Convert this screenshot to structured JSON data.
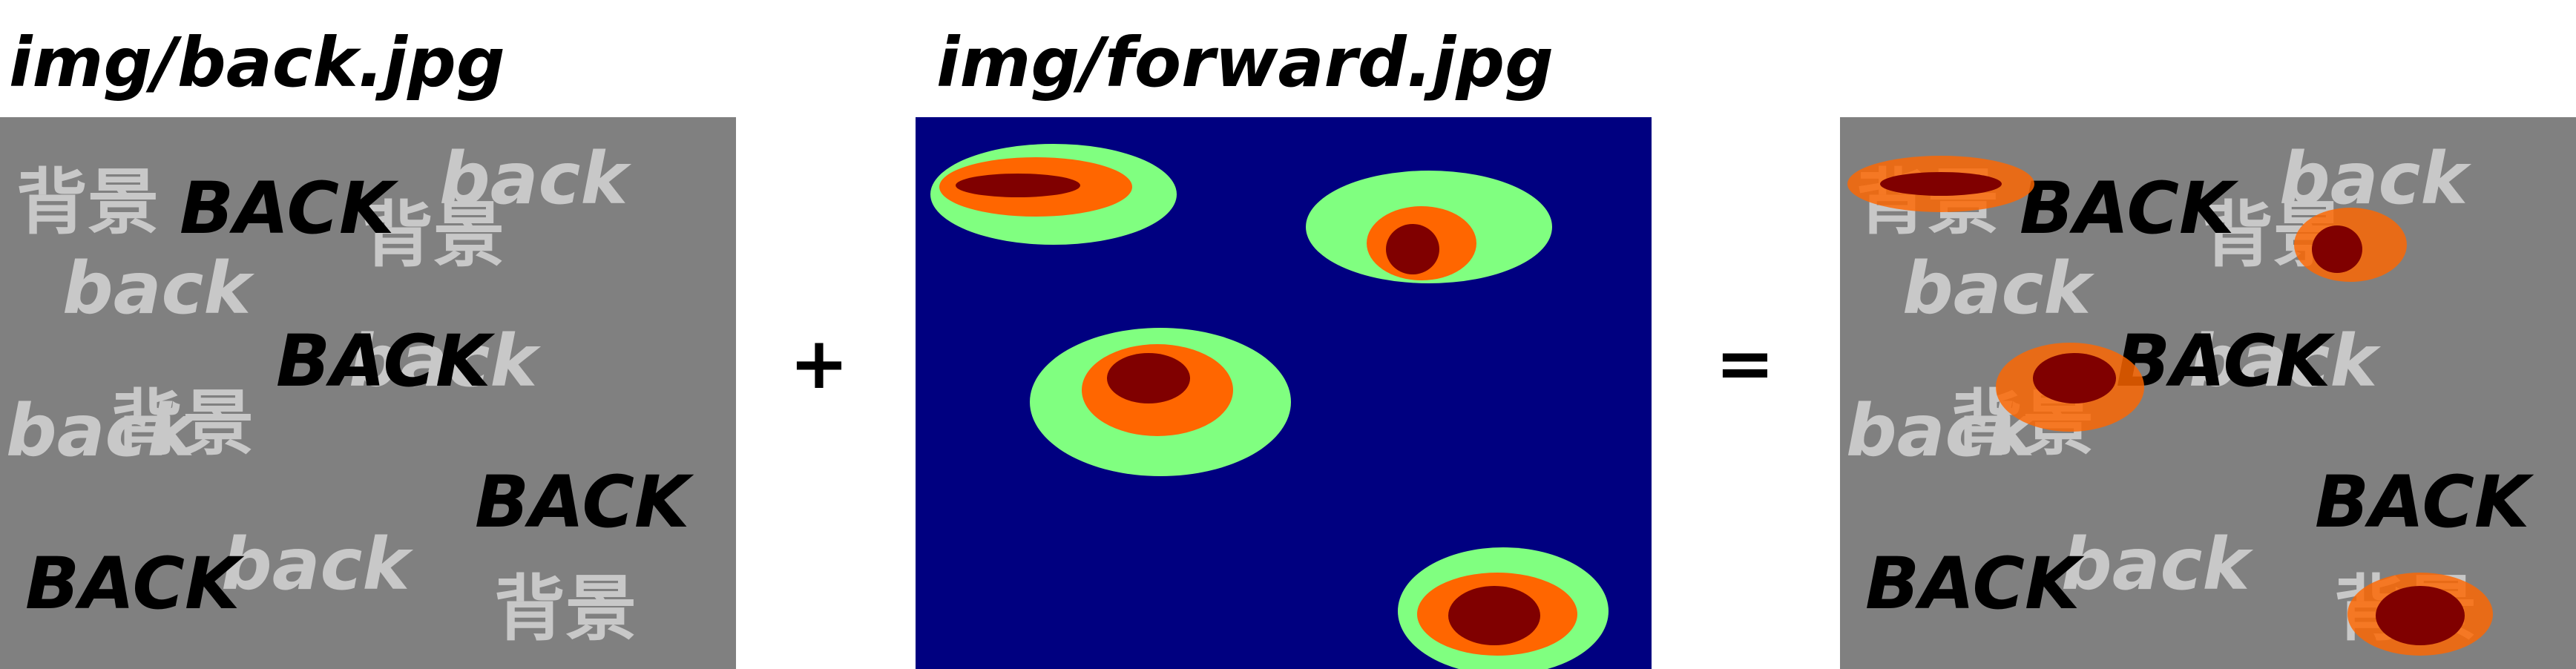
{
  "captions": {
    "back": "img/back.jpg",
    "forward": "img/forward.jpg"
  },
  "operators": {
    "plus": "+",
    "equals": "="
  },
  "watermarks": {
    "upper": "BACK",
    "lower": "back",
    "kanji": "背景"
  },
  "colors": {
    "background_gray": "#808080",
    "upper_text": "#000000",
    "light_text": "#c8c8c8",
    "forward_bg": "#000080",
    "blob_outer": "#80ff80",
    "blob_middle": "#ff6600",
    "blob_inner": "#800000",
    "blended_orange": "#e67014"
  }
}
